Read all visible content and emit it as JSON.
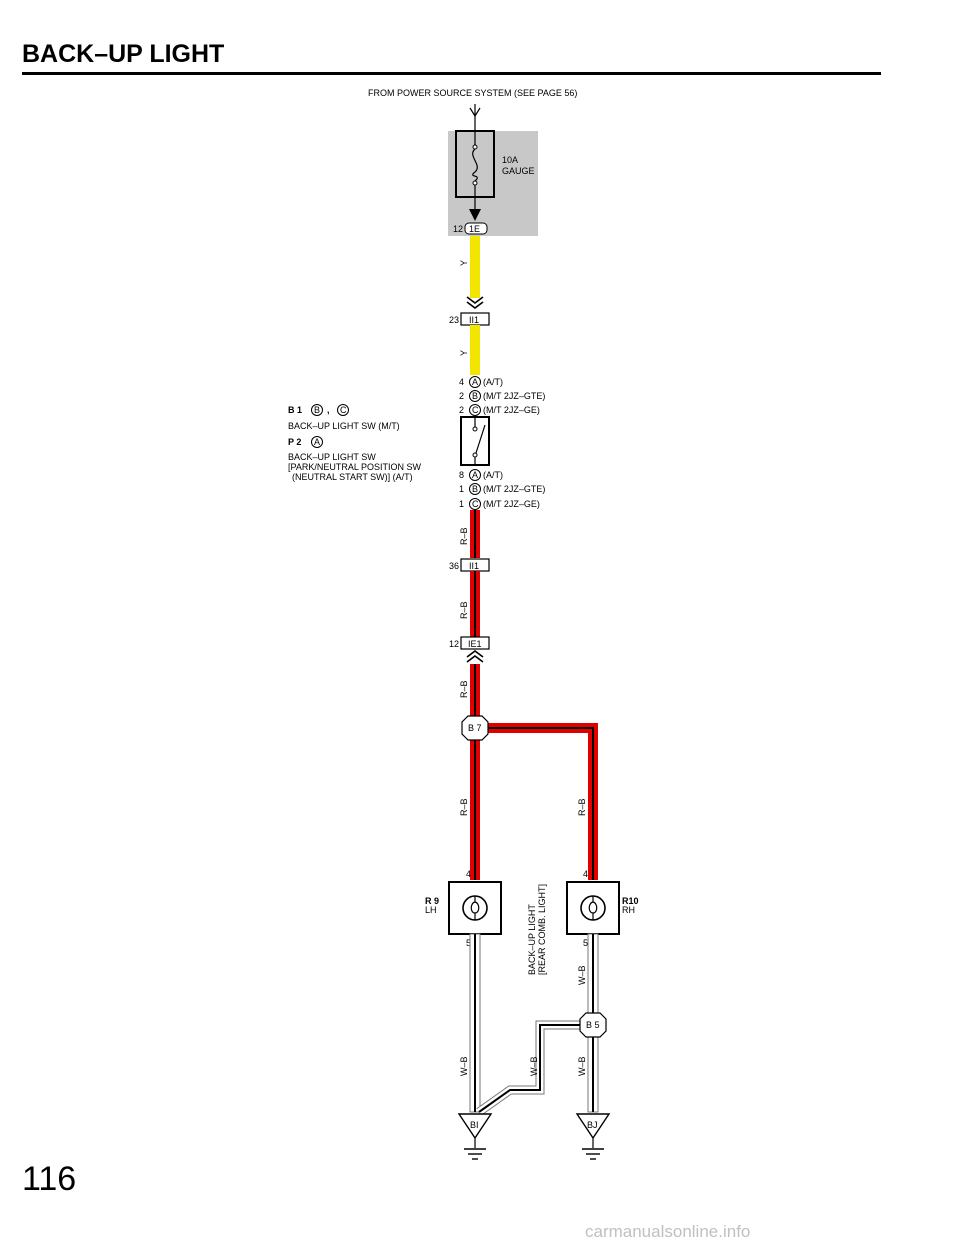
{
  "title": "BACK–UP LIGHT",
  "page_number": "116",
  "watermark": "carmanualsonline.info",
  "power_source": "FROM POWER SOURCE SYSTEM (SEE PAGE 56)",
  "fuse": {
    "rating": "10A",
    "name": "GAUGE"
  },
  "connectors": {
    "c1e": {
      "pin": "12",
      "label": "1E"
    },
    "ii1_top": {
      "pin": "23",
      "label": "II1"
    },
    "ii1_bottom": {
      "pin": "36",
      "label": "II1"
    },
    "ie1": {
      "pin": "12",
      "label": "IE1"
    },
    "b7": "B 7",
    "b5": "B 5"
  },
  "wires": {
    "y1": "Y",
    "y2": "Y",
    "rb1": "R–B",
    "rb2": "R–B",
    "rb3": "R–B",
    "rb4": "R–B",
    "rb5": "R–B",
    "wb1": "W–B",
    "wb2": "W–B",
    "wb3": "W–B",
    "wb4": "W–B"
  },
  "switch": {
    "top_pins": [
      {
        "pin": "4",
        "letter": "A",
        "note": "(A/T)"
      },
      {
        "pin": "2",
        "letter": "B",
        "note": "(M/T 2JZ–GTE)"
      },
      {
        "pin": "2",
        "letter": "C",
        "note": "(M/T 2JZ–GE)"
      }
    ],
    "bottom_pins": [
      {
        "pin": "8",
        "letter": "A",
        "note": "(A/T)"
      },
      {
        "pin": "1",
        "letter": "B",
        "note": "(M/T 2JZ–GTE)"
      },
      {
        "pin": "1",
        "letter": "C",
        "note": "(M/T 2JZ–GE)"
      }
    ],
    "b1_code": "B 1",
    "b1_letters": [
      "B",
      "C"
    ],
    "b1_sep": ",",
    "b1_desc": "BACK–UP LIGHT SW (M/T)",
    "p2_code": "P 2",
    "p2_letter": "A",
    "p2_desc": [
      "BACK–UP LIGHT SW",
      "[PARK/NEUTRAL POSITION SW",
      "(NEUTRAL START SW)] (A/T)"
    ]
  },
  "lights": {
    "left": {
      "code": "R 9",
      "side": "LH",
      "pin_top": "4",
      "pin_bottom": "5"
    },
    "right": {
      "code": "R10",
      "side": "RH",
      "pin_top": "4",
      "pin_bottom": "5"
    },
    "desc": [
      "BACK–UP LIGHT",
      "[REAR COMB.  LIGHT]"
    ]
  },
  "grounds": {
    "left": "BI",
    "right": "BJ"
  },
  "colors": {
    "wire_yellow": "#f2e600",
    "wire_red": "#e00000",
    "fuse_box_gray": "#c8c8c8",
    "wire_white": "#ffffff"
  }
}
